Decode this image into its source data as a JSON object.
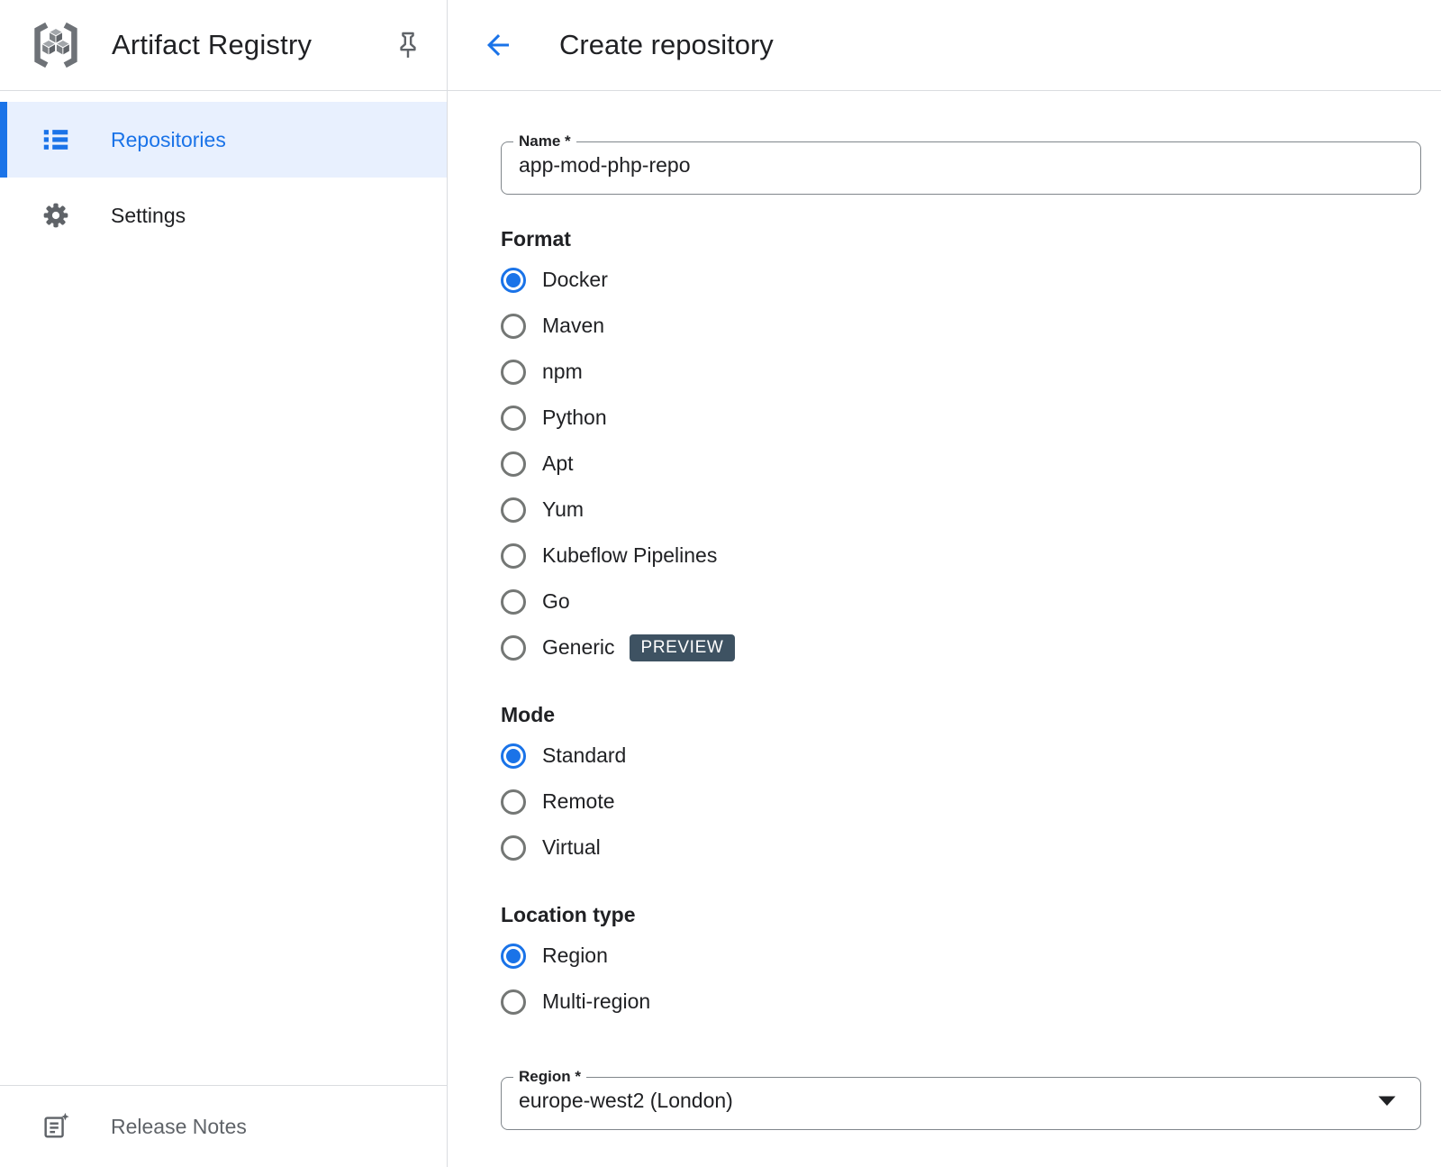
{
  "app": {
    "title": "Artifact Registry"
  },
  "sidebar": {
    "items": [
      {
        "label": "Repositories",
        "icon": "list-icon",
        "selected": true
      },
      {
        "label": "Settings",
        "icon": "gear-icon",
        "selected": false
      }
    ],
    "footer_label": "Release Notes",
    "footer_icon": "release-notes-icon"
  },
  "header": {
    "title": "Create repository",
    "back_icon": "back-arrow-icon"
  },
  "form": {
    "name_field": {
      "label": "Name *",
      "value": "app-mod-php-repo"
    },
    "format": {
      "label": "Format",
      "options": [
        {
          "label": "Docker",
          "selected": true
        },
        {
          "label": "Maven",
          "selected": false
        },
        {
          "label": "npm",
          "selected": false
        },
        {
          "label": "Python",
          "selected": false
        },
        {
          "label": "Apt",
          "selected": false
        },
        {
          "label": "Yum",
          "selected": false
        },
        {
          "label": "Kubeflow Pipelines",
          "selected": false
        },
        {
          "label": "Go",
          "selected": false
        },
        {
          "label": "Generic",
          "selected": false,
          "badge": "PREVIEW"
        }
      ]
    },
    "mode": {
      "label": "Mode",
      "options": [
        {
          "label": "Standard",
          "selected": true
        },
        {
          "label": "Remote",
          "selected": false
        },
        {
          "label": "Virtual",
          "selected": false
        }
      ]
    },
    "location_type": {
      "label": "Location type",
      "options": [
        {
          "label": "Region",
          "selected": true
        },
        {
          "label": "Multi-region",
          "selected": false
        }
      ]
    },
    "region_field": {
      "label": "Region *",
      "value": "europe-west2 (London)"
    }
  },
  "colors": {
    "accent": "#1a73e8",
    "selected_item_bg": "#e8f0fe",
    "preview_badge_bg": "#3e5262",
    "icon_gray": "#5f6368",
    "text_dark": "#202124",
    "divider": "#dadce0",
    "field_border": "#80868b"
  }
}
